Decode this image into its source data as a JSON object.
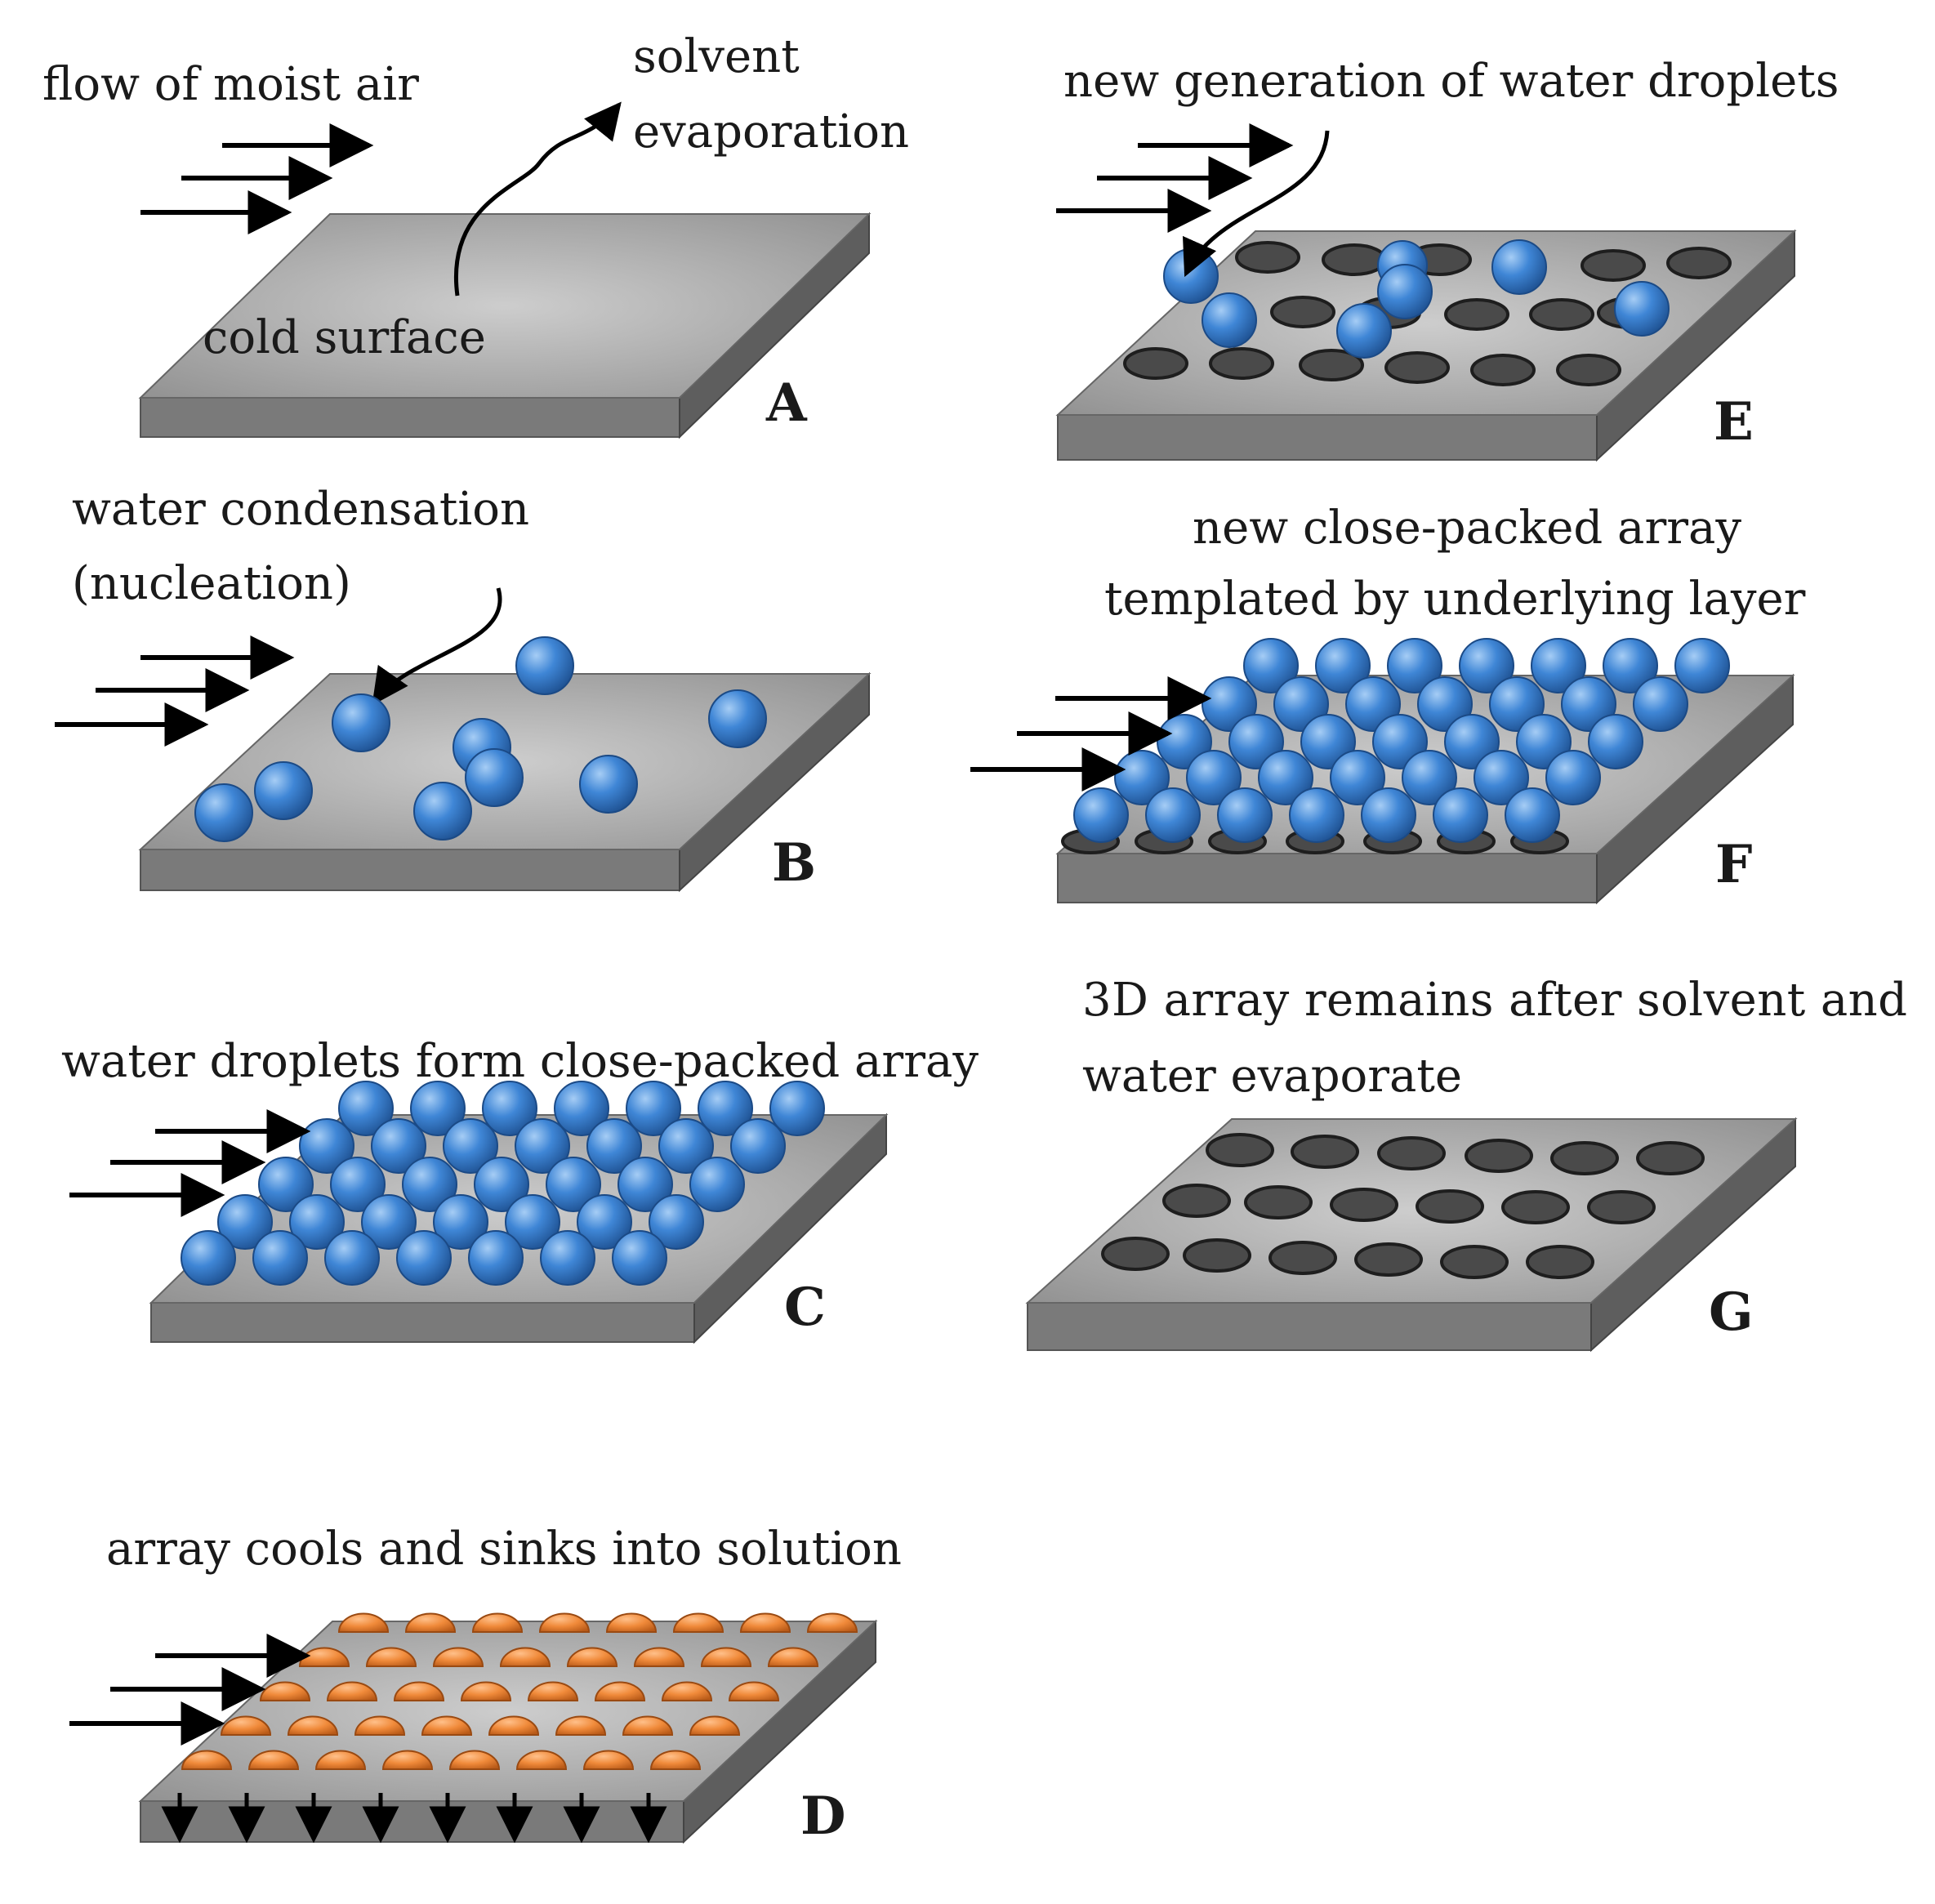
{
  "panels": {
    "A": {
      "letter": "A",
      "flow_label": "flow of moist air",
      "solvent_label_1": "solvent",
      "solvent_label_2": "evaporation",
      "surface_label": "cold surface"
    },
    "B": {
      "letter": "B",
      "label_1": "water condensation",
      "label_2": "(nucleation)"
    },
    "C": {
      "letter": "C",
      "label": "water droplets form close-packed array"
    },
    "D": {
      "letter": "D",
      "label": "array cools and sinks into solution"
    },
    "E": {
      "letter": "E",
      "label": "new generation of water droplets"
    },
    "F": {
      "letter": "F",
      "label_1": "new close-packed array",
      "label_2": "templated by underlying layer"
    },
    "G": {
      "letter": "G",
      "label_1": "3D array remains after solvent and",
      "label_2": "water evaporate"
    }
  },
  "colors": {
    "droplet_blue": "#3a7fd0",
    "droplet_orange": "#f08a3a",
    "slab_top": "#a9a9a9",
    "slab_front": "#7a7a7a",
    "slab_side": "#5e5e5e",
    "pore": "#4a4a4a"
  }
}
